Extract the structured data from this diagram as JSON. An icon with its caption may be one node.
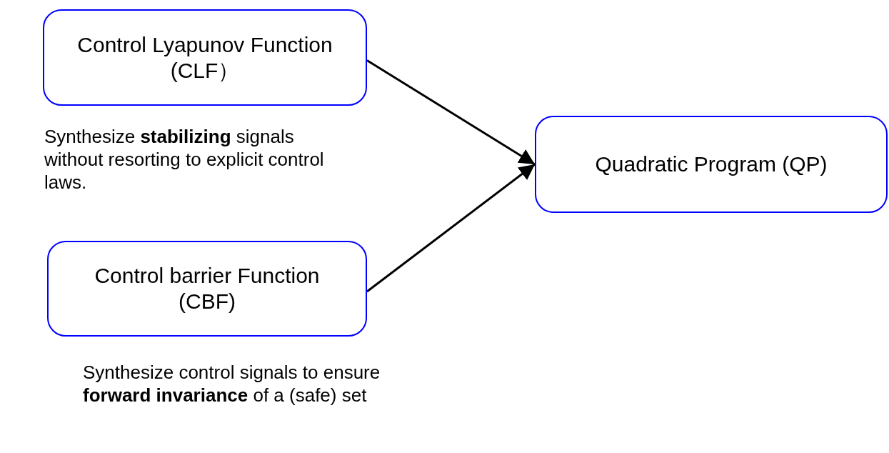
{
  "diagram": {
    "nodes": [
      {
        "text": [
          "Control Lyapunov Function (CLF）"
        ],
        "beside": [
          "Synthesize **stabilizing** signals without resorting to explicit control laws."
        ]
      },
      {
        "text": [
          "Control barrier Function (CBF)"
        ],
        "beside": [
          "Synthesize control signals to ensure **forward invariance** of a (safe) set"
        ]
      },
      {
        "text": [
          "Quadratic Program (QP)"
        ]
      }
    ],
    "edges": [
      {
        "from": 0,
        "to": 2,
        "arrow": "to"
      },
      {
        "from": 1,
        "to": 2,
        "arrow": "to"
      }
    ]
  }
}
